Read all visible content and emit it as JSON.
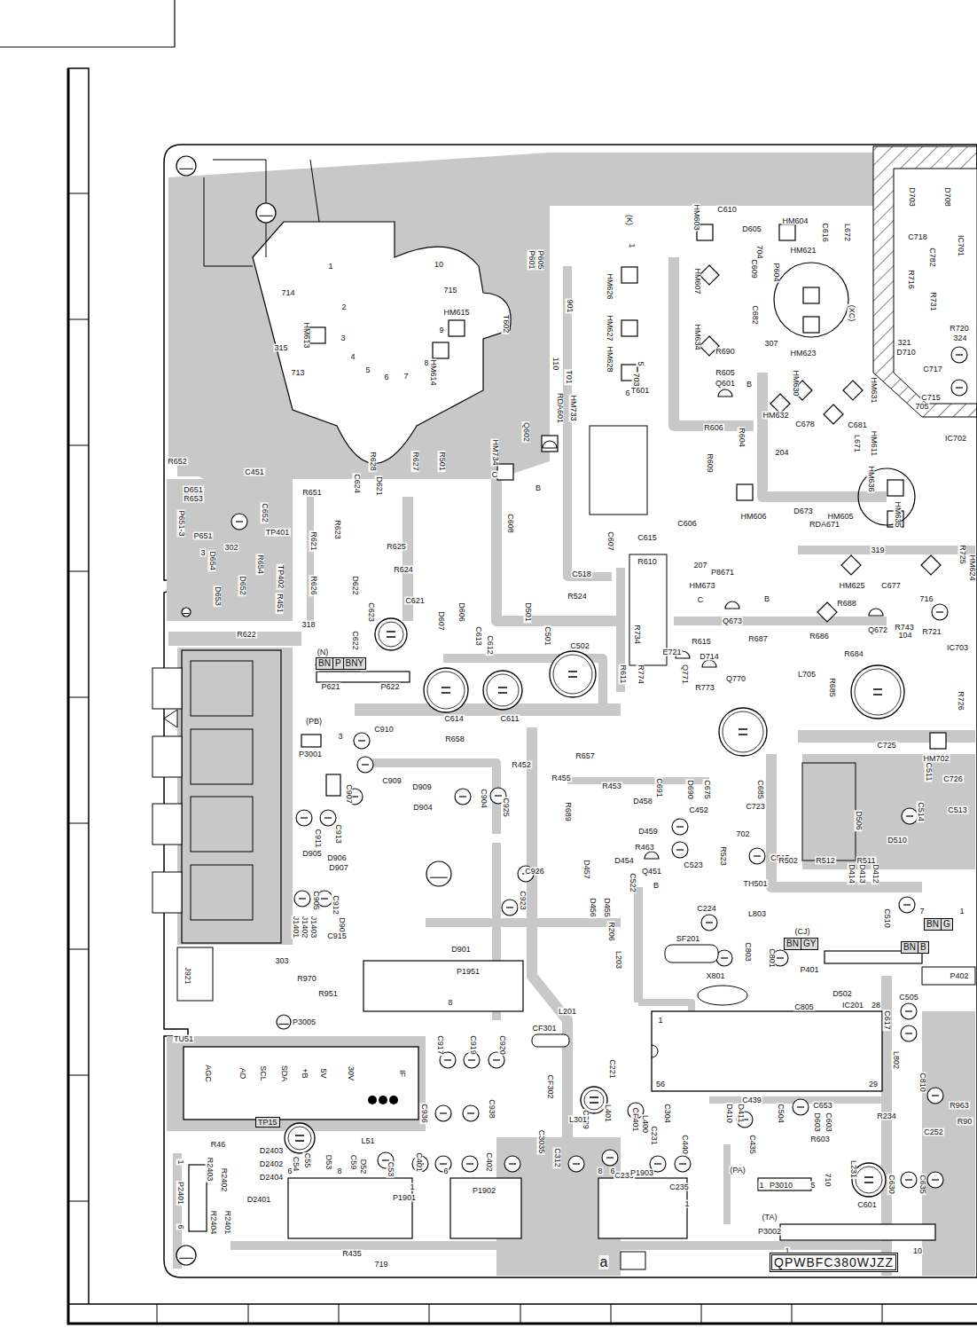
{
  "diagram": {
    "nodes": [
      {
        "text": [
          "BN"
        ]
      },
      {
        "text": [
          "P"
        ]
      },
      {
        "text": [
          "BNY"
        ]
      },
      {
        "text": [
          "BN"
        ]
      },
      {
        "text": [
          "GY"
        ]
      },
      {
        "text": [
          "BN"
        ]
      },
      {
        "text": [
          "G"
        ]
      },
      {
        "text": [
          "BN"
        ]
      },
      {
        "text": [
          "B"
        ]
      },
      {
        "text": [
          "TP15"
        ]
      },
      {
        "text": [
          "QPWBFC380WJZZ"
        ]
      }
    ],
    "labels": [
      "714",
      "1",
      "715",
      "10",
      "2",
      "3",
      "4",
      "5",
      "6",
      "7",
      "8",
      "9",
      "HM615",
      "HM613",
      "HM614",
      "315",
      "713",
      "T602",
      "901",
      "110",
      "T01",
      "RDA601",
      "HM733",
      "P601",
      "P605",
      "(K)",
      "1",
      "HM626",
      "HM627",
      "HM628",
      "5",
      "703",
      "6",
      "T601",
      "HM603",
      "C610",
      "D605",
      "HM604",
      "704",
      "C609",
      "HM607",
      "HM634",
      "C682",
      "P604",
      "HM621",
      "L672",
      "C616",
      "(XC)",
      "HM623",
      "307",
      "R690",
      "R605",
      "Q601",
      "B",
      "R606",
      "R604",
      "HM630",
      "HM631",
      "C681",
      "HM632",
      "L671",
      "C678",
      "HM611",
      "204",
      "R609",
      "HM606",
      "D673",
      "HM605",
      "RDA671",
      "HM636",
      "HM635",
      "319",
      "C606",
      "C615",
      "207",
      "P8671",
      "C607",
      "R610",
      "C518",
      "R524",
      "HM673",
      "C",
      "Q673",
      "B",
      "R688",
      "HM625",
      "C677",
      "716",
      "R725",
      "HM624",
      "R734",
      "R615",
      "R687",
      "R686",
      "Q672",
      "R743",
      "104",
      "R721",
      "E721",
      "D714",
      "R684",
      "Q771",
      "R774",
      "R611",
      "L705",
      "R685",
      "Q770",
      "R773",
      "IC703",
      "D703",
      "D708",
      "C718",
      "IC701",
      "C782",
      "R716",
      "R731",
      "R720",
      "324",
      "321",
      "D710",
      "C717",
      "C715",
      "705",
      "IC702",
      "R652",
      "C451",
      "D651",
      "R653",
      "R651",
      "P651-3",
      "P651",
      "3",
      "C652",
      "TP401",
      "TP402",
      "R654",
      "R621",
      "R626",
      "R451",
      "D654",
      "302",
      "D652",
      "D653",
      "R628",
      "R627",
      "R501",
      "D621",
      "C624",
      "R623",
      "R625",
      "R624",
      "D622",
      "C622",
      "R622",
      "318",
      "C621",
      "C623",
      "D607",
      "D606",
      "C613",
      "C612",
      "D501",
      "C501",
      "C502",
      "HM734",
      "Q602",
      "C",
      "B",
      "C608",
      "(N)",
      "7",
      "P621",
      "4",
      "P622",
      "C614",
      "C611",
      "(PB)",
      "C910",
      "3",
      "P3001",
      "R658",
      "R452",
      "R657",
      "R455",
      "C909",
      "D909",
      "D904",
      "C904",
      "C925",
      "C907",
      "C913",
      "C911",
      "R453",
      "D458",
      "C691",
      "D690",
      "C675",
      "C685",
      "C723",
      "R689",
      "D459",
      "C452",
      "D457",
      "R463",
      "R523",
      "702",
      "C515",
      "D454",
      "Q451",
      "C522",
      "B",
      "C523",
      "TH501",
      "R502",
      "R512",
      "R511",
      "D414",
      "D413",
      "D412",
      "C510",
      "7",
      "1",
      "D905",
      "D906",
      "D907",
      "C905",
      "C912",
      "D908",
      "C926",
      "C923",
      "D455",
      "D456",
      "R206",
      "L203",
      "C224",
      "L803",
      "J1401",
      "J1402",
      "J1403",
      "C915",
      "(CJ)",
      "P401",
      "P402",
      "C803",
      "C801",
      "SF201",
      "X801",
      "D502",
      "IC201",
      "28",
      "C505",
      "C805",
      "C617",
      "L802",
      "C810",
      "D901",
      "P1951",
      "8",
      "303",
      "J921",
      "R970",
      "R951",
      "P3005",
      "L201",
      "CF301",
      "CF302",
      "C221",
      "C229",
      "L401",
      "CF401",
      "56",
      "29",
      "1",
      "TU51",
      "AGC",
      "AD",
      "SCL",
      "SDA",
      "+B",
      "5V",
      "30V",
      "IF",
      "C917",
      "C919",
      "C920",
      "C936",
      "C938",
      "C3035",
      "L301",
      "C304",
      "C231",
      "C233",
      "C235",
      "C440",
      "L400",
      "C439",
      "D410",
      "D411",
      "C435",
      "C504",
      "C653",
      "C603",
      "D603",
      "R603",
      "R234",
      "C252",
      "R963",
      "R90",
      "C312",
      "C401",
      "C402",
      "L51",
      "R46",
      "C55",
      "C54",
      "D53",
      "C59",
      "D52",
      "C53",
      "D2403",
      "D2402",
      "D2404",
      "D2401",
      "R2403",
      "R2402",
      "R2404",
      "R2401",
      "1",
      "P2401",
      "6",
      "6",
      "8",
      "1",
      "P1901",
      "6",
      "P1902",
      "8",
      "6",
      "P1903",
      "1",
      "(PA)",
      "1",
      "P3010",
      "5",
      "710",
      "L231",
      "C601",
      "C630",
      "C635",
      "(TA)",
      "P3002",
      "1",
      "10",
      "R435",
      "719",
      "a",
      "D506",
      "C514",
      "C513",
      "D510",
      "C511",
      "HM702",
      "C726",
      "C725",
      "R726"
    ]
  }
}
